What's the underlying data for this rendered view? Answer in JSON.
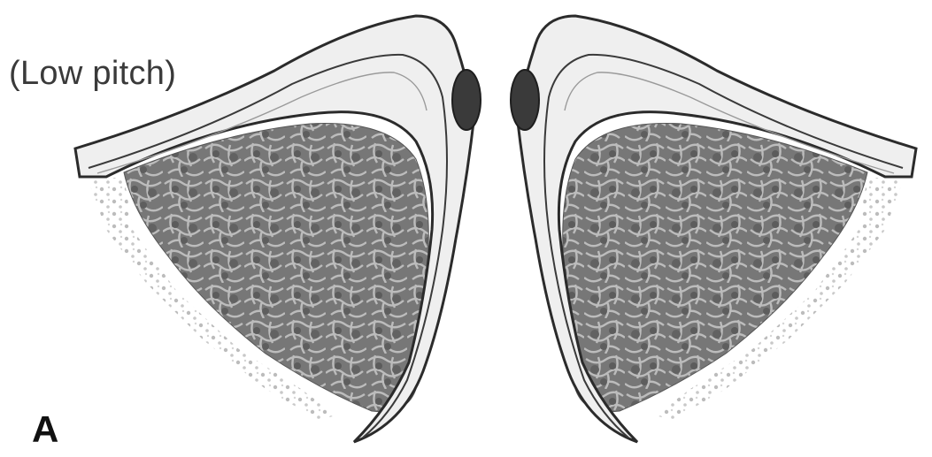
{
  "figure": {
    "caption": "(Low pitch)",
    "panel_label": "A",
    "structures": [
      "left-vocal-fold",
      "right-vocal-fold"
    ],
    "colors": {
      "background": "#ffffff",
      "outline": "#2b2b2b",
      "mucosa": "#eeeeee",
      "muscle": "#6f6f6f",
      "muscle_highlight": "#d8d8d8",
      "nodule": "#3a3a3a"
    }
  }
}
